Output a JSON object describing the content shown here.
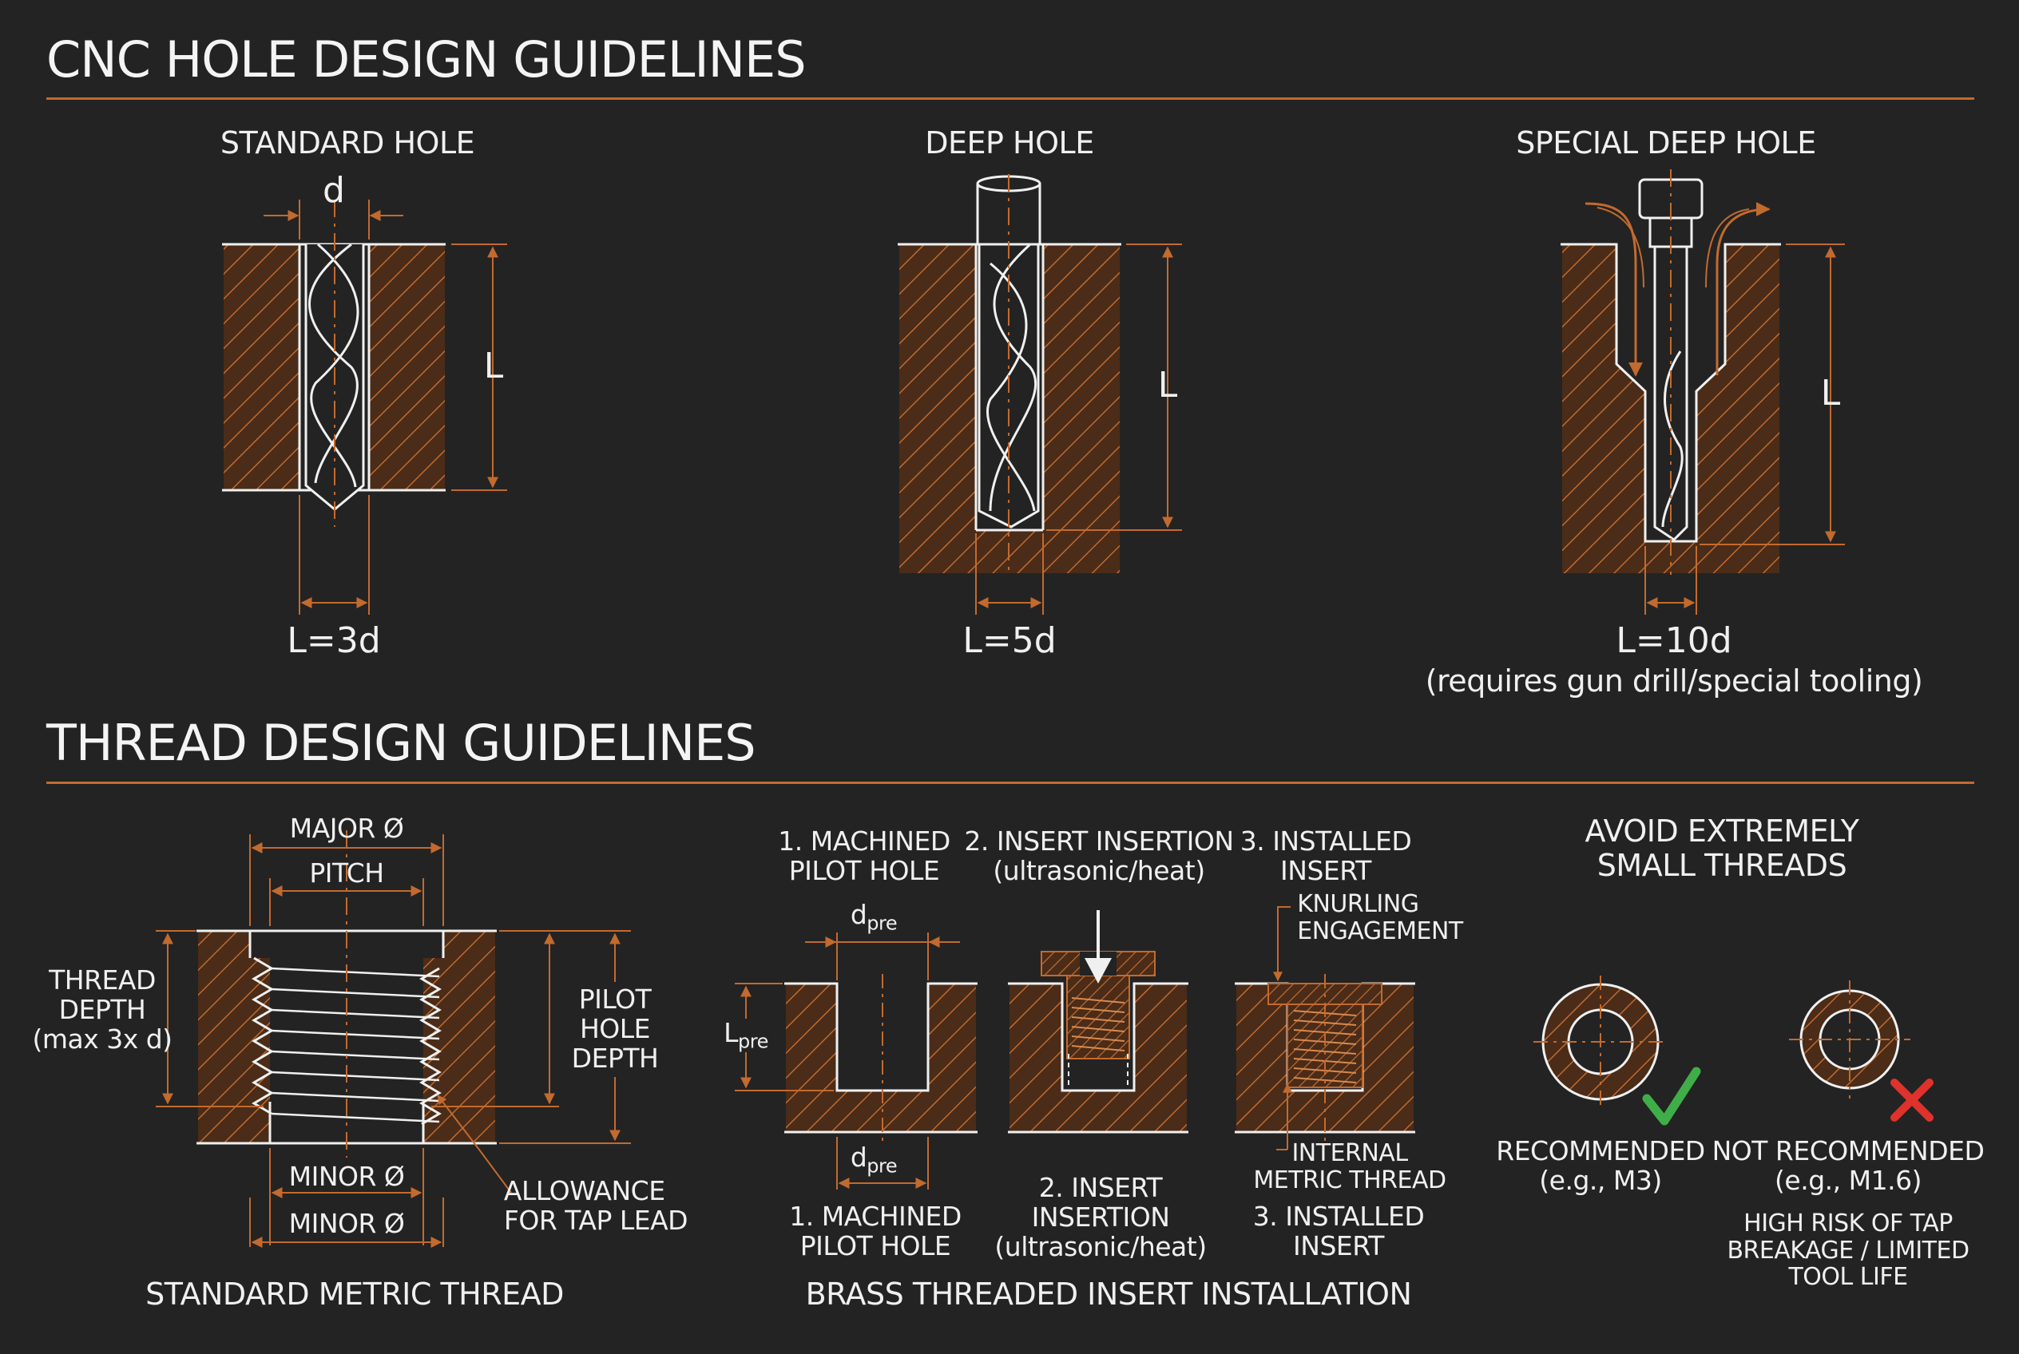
{
  "hole_section": {
    "title": "CNC HOLE DESIGN GUIDELINES",
    "standard": {
      "title": "STANDARD HOLE",
      "dia_label": "d",
      "length_label": "L",
      "ratio": "L=3d"
    },
    "deep": {
      "title": "DEEP HOLE",
      "length_label": "L",
      "ratio": "L=5d"
    },
    "special": {
      "title": "SPECIAL DEEP HOLE",
      "length_label": "L",
      "ratio": "L=10d",
      "note": "(requires gun drill/special tooling)"
    }
  },
  "thread_section": {
    "title": "THREAD DESIGN GUIDELINES",
    "metric": {
      "major": "MAJOR Ø",
      "pitch": "PITCH",
      "thread_depth": [
        "THREAD",
        "DEPTH",
        "(max 3x d)"
      ],
      "pilot_depth": [
        "PILOT",
        "HOLE",
        "DEPTH"
      ],
      "minor_top": "MINOR Ø",
      "minor_bottom": "MINOR Ø",
      "allowance": [
        "ALLOWANCE",
        "FOR TAP LEAD"
      ],
      "caption": "STANDARD METRIC THREAD"
    },
    "insert": {
      "step1_top": [
        "1. MACHINED",
        "PILOT HOLE"
      ],
      "step2_top": [
        "2. INSERT INSERTION",
        "(ultrasonic/heat)"
      ],
      "step3_top": [
        "3. INSTALLED",
        "INSERT"
      ],
      "knurling": [
        "KNURLING",
        "ENGAGEMENT"
      ],
      "dpre_main": "d",
      "dpre_sub": "pre",
      "lpre_main": "L",
      "lpre_sub": "pre",
      "internal": [
        "INTERNAL",
        "METRIC THREAD"
      ],
      "step1_bottom": [
        "1. MACHINED",
        "PILOT HOLE"
      ],
      "step2_bottom": [
        "2. INSERT",
        "INSERTION",
        "(ultrasonic/heat)"
      ],
      "step3_bottom": [
        "3. INSTALLED",
        "INSERT"
      ],
      "caption": "BRASS THREADED INSERT INSTALLATION"
    },
    "avoid": {
      "title": [
        "AVOID EXTREMELY",
        "SMALL THREADS"
      ],
      "good": [
        "RECOMMENDED",
        "(e.g., M3)"
      ],
      "bad": [
        "NOT RECOMMENDED",
        "(e.g., M1.6)"
      ],
      "risk": [
        "HIGH RISK OF TAP",
        "BREAKAGE / LIMITED",
        "TOOL LIFE"
      ]
    }
  },
  "colors": {
    "background": "#232323",
    "accent": "#c36a2e",
    "line": "#f0f0f0",
    "check": "#3fae49",
    "cross": "#e0322c"
  }
}
